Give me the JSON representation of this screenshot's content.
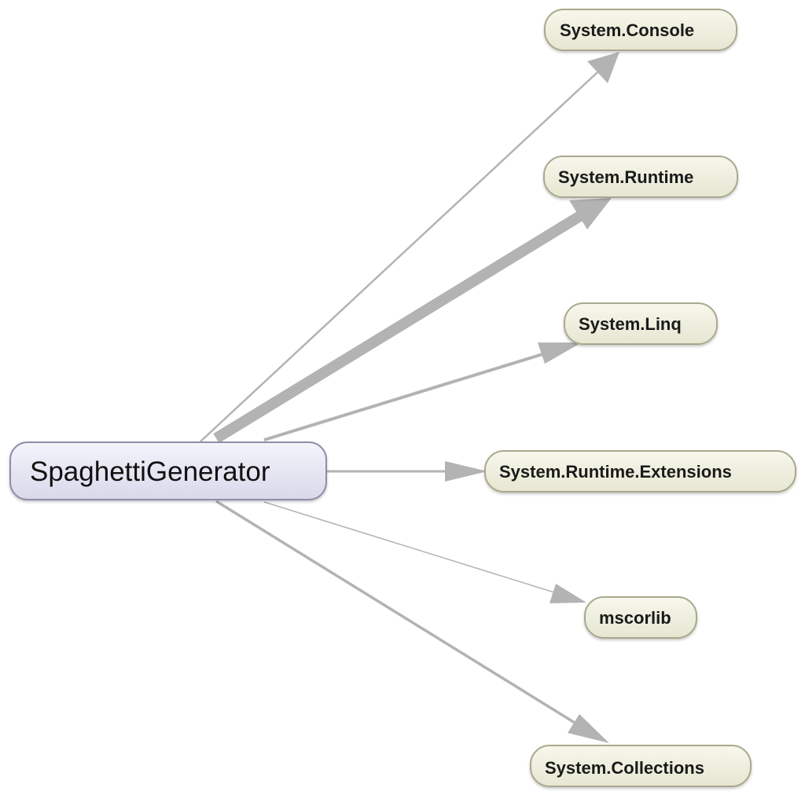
{
  "diagram": {
    "root": {
      "id": "root",
      "label": "SpaghettiGenerator"
    },
    "dependencies": [
      {
        "id": "console",
        "label": "System.Console"
      },
      {
        "id": "runtime",
        "label": "System.Runtime"
      },
      {
        "id": "linq",
        "label": "System.Linq"
      },
      {
        "id": "extensions",
        "label": "System.Runtime.Extensions"
      },
      {
        "id": "mscorlib",
        "label": "mscorlib"
      },
      {
        "id": "collections",
        "label": "System.Collections"
      }
    ],
    "edges": [
      {
        "from": "root",
        "to": "console"
      },
      {
        "from": "root",
        "to": "runtime"
      },
      {
        "from": "root",
        "to": "linq"
      },
      {
        "from": "root",
        "to": "extensions"
      },
      {
        "from": "root",
        "to": "mscorlib"
      },
      {
        "from": "root",
        "to": "collections"
      }
    ],
    "colors": {
      "root_fill_top": "#f4f4fb",
      "root_fill_bottom": "#d8d8ea",
      "root_stroke": "#8e8ea8",
      "dep_fill_top": "#f7f7ec",
      "dep_fill_bottom": "#e6e6d2",
      "dep_stroke": "#a9a98e",
      "edge": "#b3b3b3"
    }
  }
}
